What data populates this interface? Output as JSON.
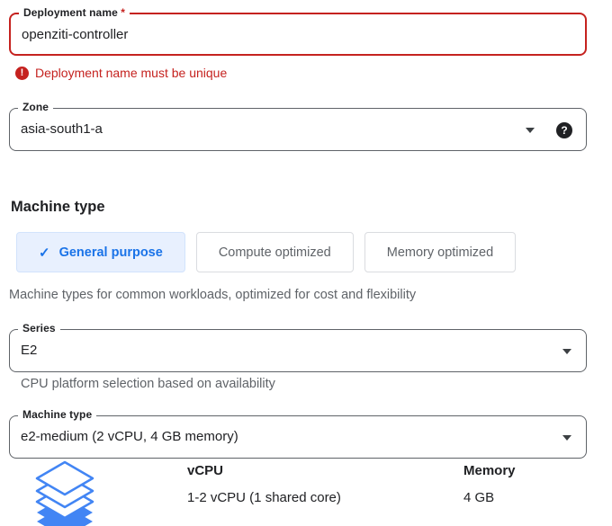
{
  "form": {
    "deployment_name": {
      "label": "Deployment name",
      "required_marker": "*",
      "value": "openziti-controller",
      "error_message": "Deployment name must be unique"
    },
    "zone": {
      "label": "Zone",
      "value": "asia-south1-a"
    },
    "machine_section": {
      "heading": "Machine type",
      "tabs": [
        {
          "label": "General purpose",
          "selected": true
        },
        {
          "label": "Compute optimized",
          "selected": false
        },
        {
          "label": "Memory optimized",
          "selected": false
        }
      ],
      "description": "Machine types for common workloads, optimized for cost and flexibility",
      "series": {
        "label": "Series",
        "value": "E2",
        "helper": "CPU platform selection based on availability"
      },
      "machine_type": {
        "label": "Machine type",
        "value": "e2-medium (2 vCPU, 4 GB memory)"
      },
      "specs": {
        "vcpu_label": "vCPU",
        "vcpu_value": "1-2 vCPU (1 shared core)",
        "memory_label": "Memory",
        "memory_value": "4 GB"
      }
    }
  },
  "icons": {
    "check": "✓",
    "help": "?",
    "error": "!"
  },
  "colors": {
    "accent_blue": "#1a73e8",
    "selected_tab_bg": "#e8f0fe",
    "error_red": "#c5221f",
    "icon_blue": "#4285f4",
    "icon_blue_dark": "#3367d6",
    "muted_gray": "#5f6368"
  }
}
